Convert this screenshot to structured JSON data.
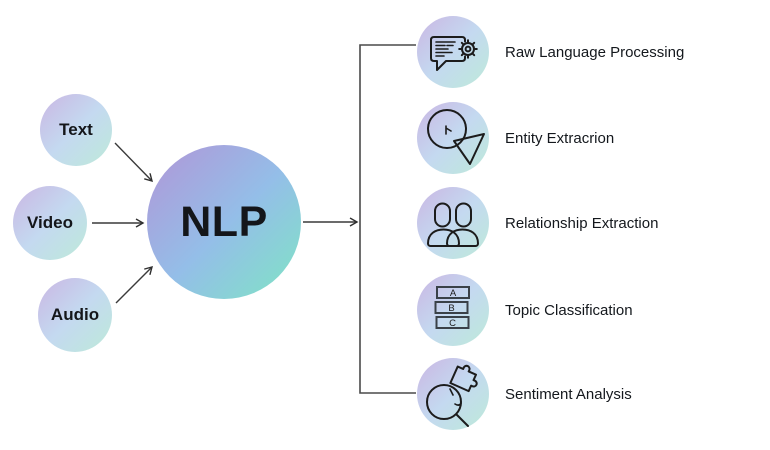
{
  "diagram": {
    "center_node": {
      "label": "NLP"
    },
    "input_nodes": [
      {
        "label": "Text"
      },
      {
        "label": "Video"
      },
      {
        "label": "Audio"
      }
    ],
    "output_nodes": [
      {
        "label": "Raw Language Processing",
        "icon": "chat-bubble-gear-icon"
      },
      {
        "label": "Entity Extracrion",
        "icon": "circle-triangle-cursor-icon"
      },
      {
        "label": "Relationship Extraction",
        "icon": "two-people-icon"
      },
      {
        "label": "Topic Classification",
        "icon": "abc-stacked-boxes-icon",
        "letters": [
          "A",
          "B",
          "C"
        ]
      },
      {
        "label": "Sentiment Analysis",
        "icon": "magnifier-face-puzzle-icon"
      }
    ],
    "colors": {
      "big_node_gradient": [
        "#b195d7",
        "#94bee8",
        "#7fe5c4"
      ],
      "small_node_gradient": [
        "#cab6e3",
        "#c4d9f0",
        "#bdead9"
      ],
      "line": "#3a3a3a",
      "bracket": "#4a4a4a",
      "text": "#14181d",
      "background": "#ffffff"
    }
  }
}
